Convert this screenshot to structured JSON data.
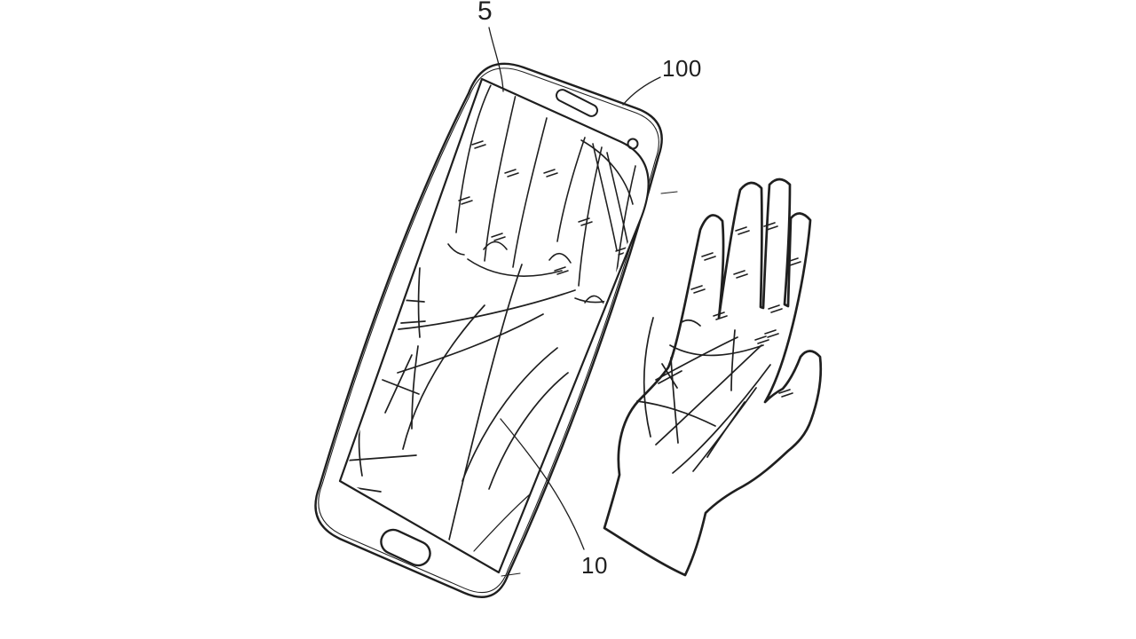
{
  "figure": {
    "kind": "patent-line-drawing",
    "background_color": "#ffffff",
    "ink_color": "#1f1f1f",
    "reference_numerals": {
      "display": "5",
      "device_body": "100",
      "palm_image": "10"
    },
    "parts": {
      "device": "smartphone",
      "speaker": "speaker-grille",
      "camera": "front-camera",
      "home_button": "home-button",
      "screen_content": "palm-close-up",
      "hand": "open-palm-hand"
    }
  }
}
